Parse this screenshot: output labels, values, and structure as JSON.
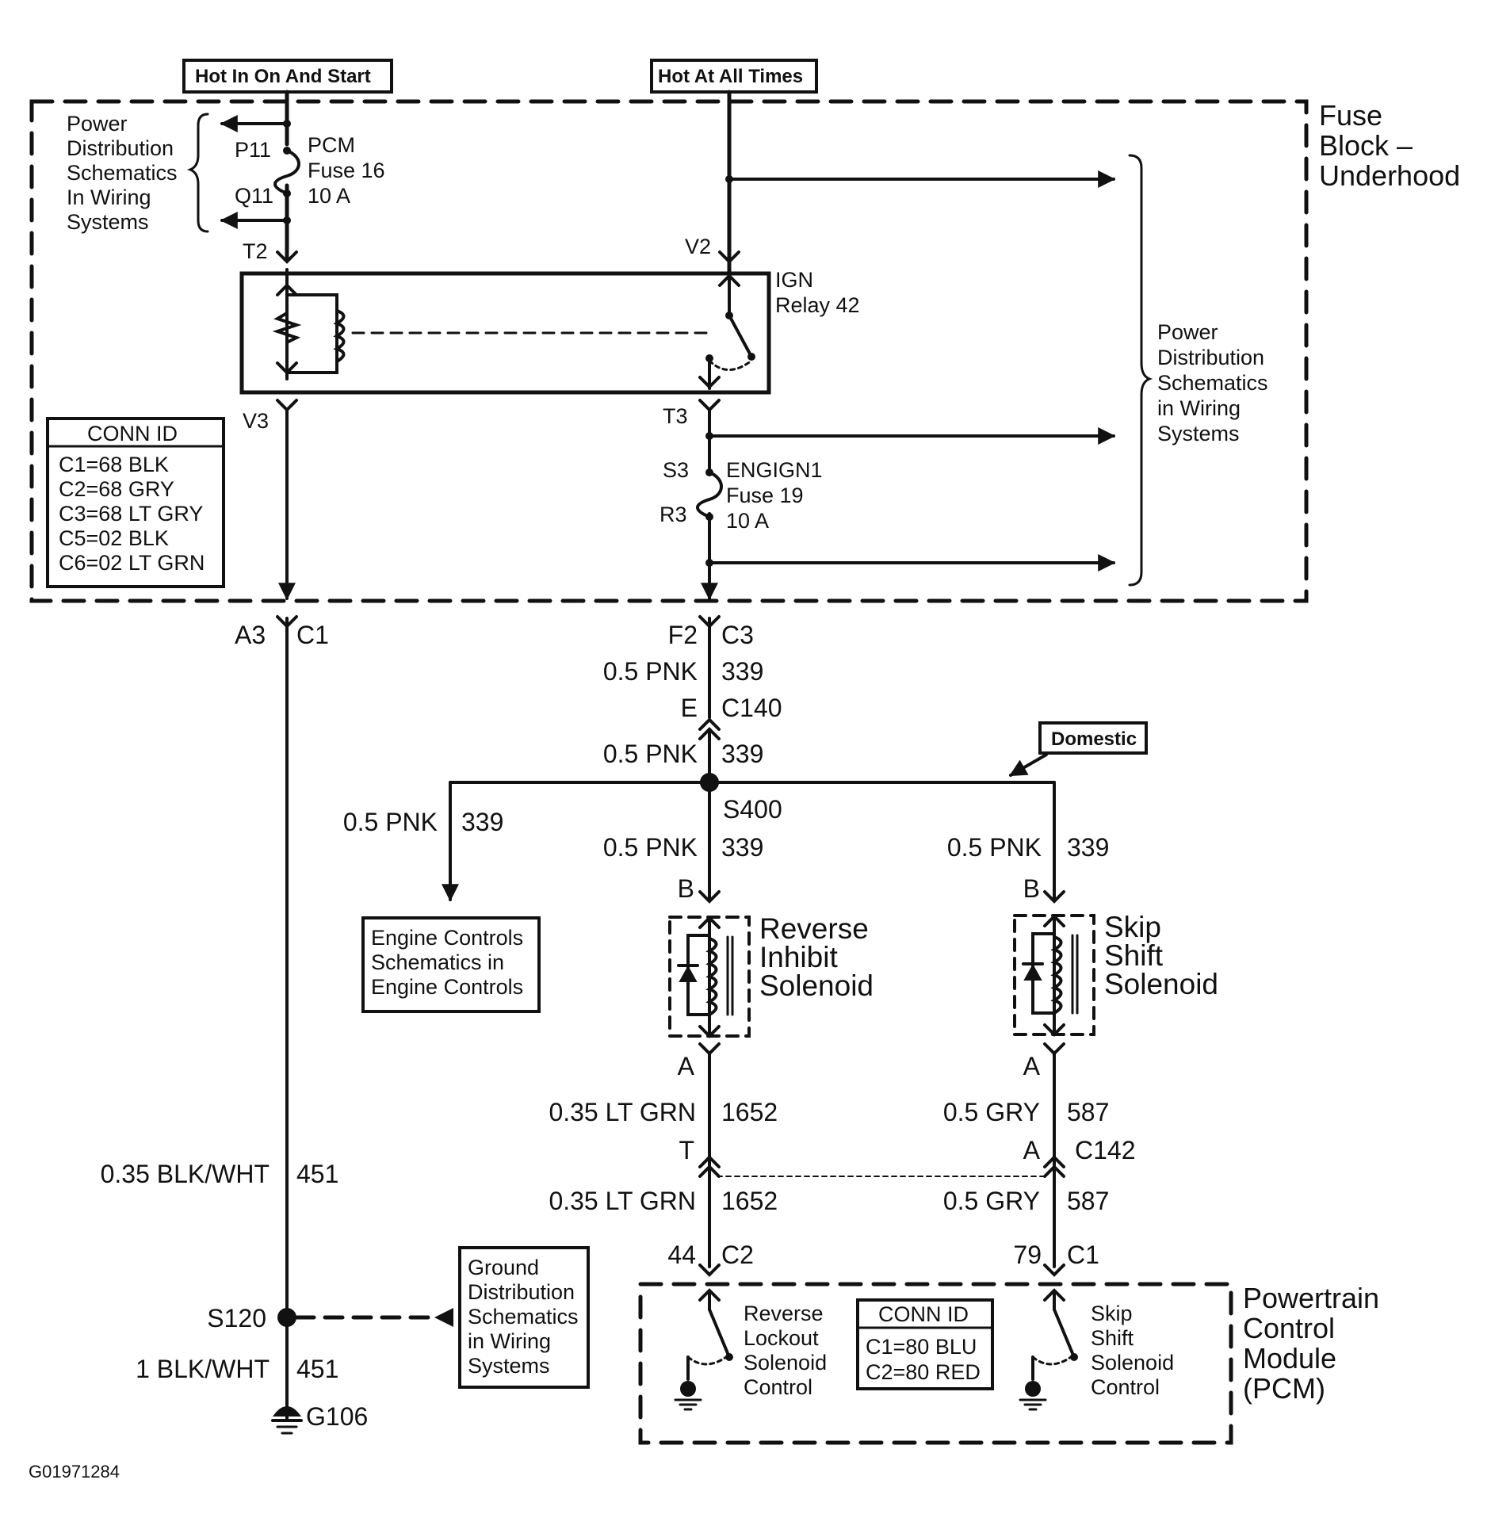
{
  "top_tags": {
    "hot_on_start": "Hot In On And Start",
    "hot_all_times": "Hot At All Times"
  },
  "fuse_block": {
    "title": [
      "Fuse",
      "Block –",
      "Underhood"
    ]
  },
  "power_dist_left": [
    "Power",
    "Distribution",
    "Schematics",
    "In Wiring",
    "Systems"
  ],
  "power_dist_right": [
    "Power",
    "Distribution",
    "Schematics",
    "in Wiring",
    "Systems"
  ],
  "pcm_fuse": {
    "name": "PCM",
    "fuse": "Fuse 16",
    "rating": "10 A",
    "pin_top": "P11",
    "pin_bottom": "Q11"
  },
  "terminals": {
    "t2": "T2",
    "v2": "V2",
    "v3": "V3",
    "t3": "T3",
    "s3": "S3",
    "r3": "R3"
  },
  "relay": {
    "name": "IGN",
    "id": "Relay 42"
  },
  "engign_fuse": {
    "name": "ENGIGN1",
    "fuse": "Fuse 19",
    "rating": "10 A"
  },
  "conn_id_fuse": {
    "title": "CONN ID",
    "rows": [
      "C1=68 BLK",
      "C2=68 GRY",
      "C3=68 LT GRY",
      "C5=02 BLK",
      "C6=02 LT GRN"
    ]
  },
  "left_circuit": {
    "pin": "A3",
    "conn": "C1",
    "wire_upper": "0.35 BLK/WHT",
    "circ_upper": "451",
    "splice": "S120",
    "wire_lower": "1 BLK/WHT",
    "circ_lower": "451",
    "ground": "G106"
  },
  "ground_box": [
    "Ground",
    "Distribution",
    "Schematics",
    "in Wiring",
    "Systems"
  ],
  "center_circuit": {
    "pin": "F2",
    "conn": "C3",
    "wire1": "0.5 PNK",
    "circ1": "339",
    "c140_pin": "E",
    "c140": "C140",
    "wire2": "0.5 PNK",
    "circ2": "339",
    "splice": "S400",
    "wire3": "0.5 PNK",
    "circ3": "339"
  },
  "domestic_tag": "Domestic",
  "engine_branch": {
    "wire": "0.5 PNK",
    "circ": "339",
    "box": [
      "Engine Controls",
      "Schematics in",
      "Engine Controls"
    ]
  },
  "reverse_solenoid": {
    "pin_top": "B",
    "pin_bottom": "A",
    "label": [
      "Reverse",
      "Inhibit",
      "Solenoid"
    ],
    "wire_out": "0.35 LT GRN",
    "circ_out": "1652",
    "c142_pin": "T",
    "wire_pcm": "0.35 LT GRN",
    "circ_pcm": "1652",
    "pcm_pin": "44",
    "pcm_conn": "C2"
  },
  "skip_solenoid": {
    "wire_in": "0.5 PNK",
    "circ_in": "339",
    "pin_top": "B",
    "pin_bottom": "A",
    "label": [
      "Skip",
      "Shift",
      "Solenoid"
    ],
    "wire_out": "0.5 GRY",
    "circ_out": "587",
    "c142_pin": "A",
    "c142": "C142",
    "wire_pcm": "0.5 GRY",
    "circ_pcm": "587",
    "pcm_pin": "79",
    "pcm_conn": "C1"
  },
  "pcm": {
    "title": [
      "Powertrain",
      "Control",
      "Module",
      "(PCM)"
    ],
    "reverse_ctrl": [
      "Reverse",
      "Lockout",
      "Solenoid",
      "Control"
    ],
    "skip_ctrl": [
      "Skip",
      "Shift",
      "Solenoid",
      "Control"
    ],
    "conn_id": {
      "title": "CONN ID",
      "rows": [
        "C1=80 BLU",
        "C2=80 RED"
      ]
    }
  },
  "figure_id": "G01971284"
}
